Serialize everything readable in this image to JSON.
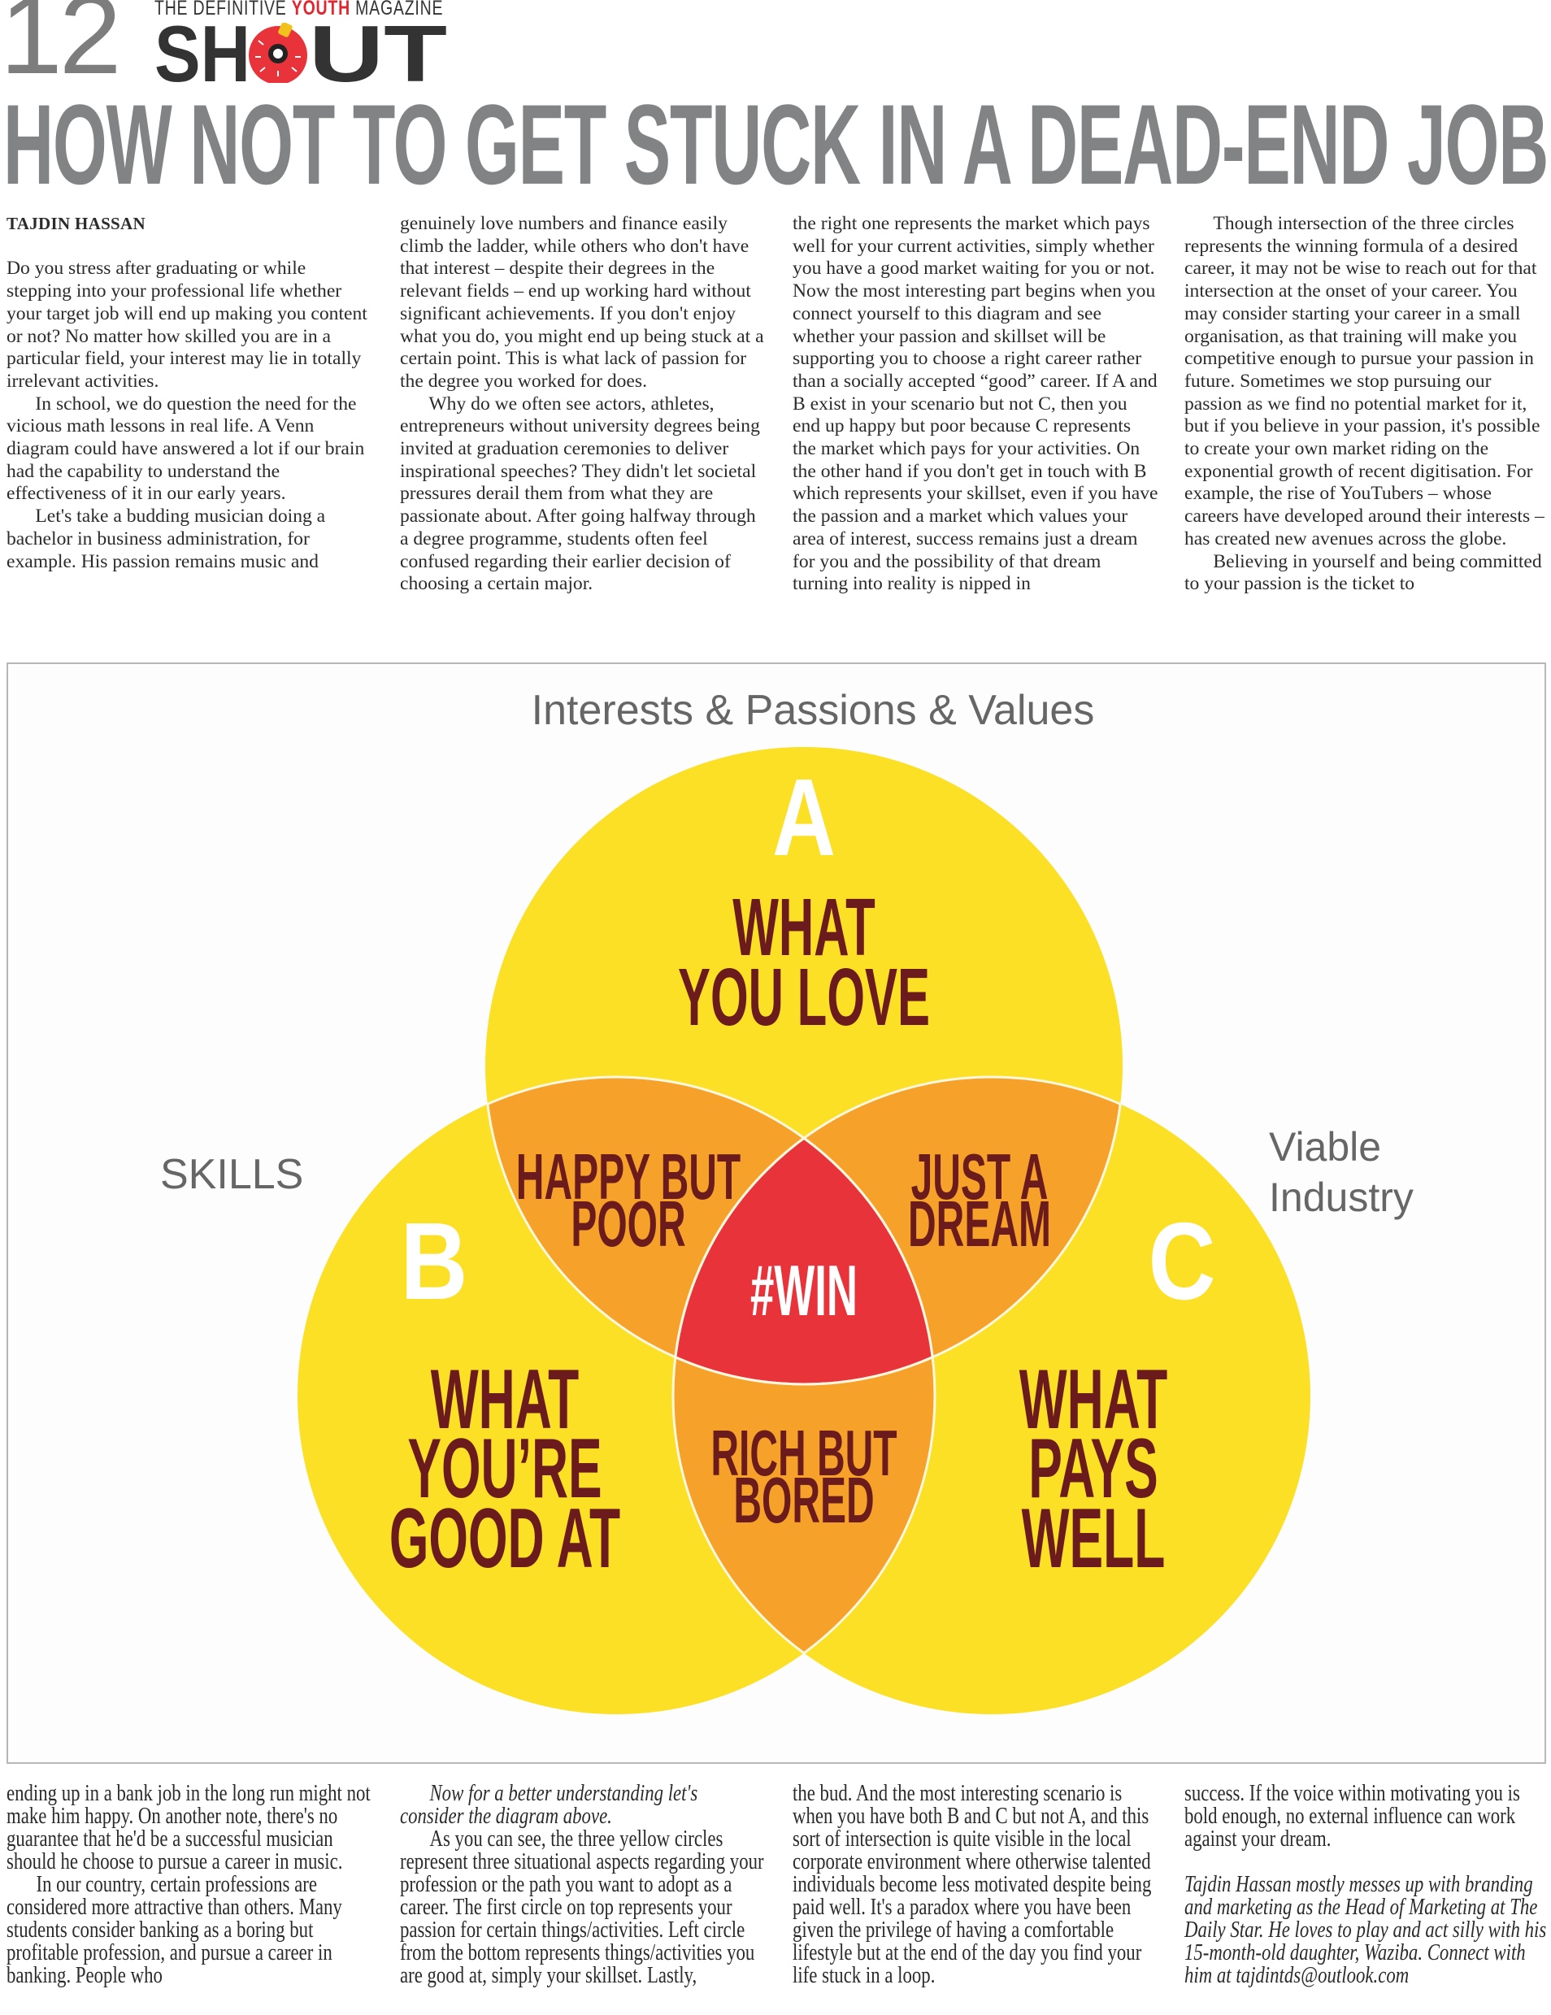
{
  "header": {
    "page_number": "12",
    "tagline_pre": "THE DEFINITIVE ",
    "tagline_accent": "YOUTH",
    "tagline_post": " MAGAZINE",
    "logo_text": "SHOUT",
    "logo_left": "SH",
    "logo_right": "UT",
    "headline": "HOW NOT TO GET STUCK IN A DEAD-END JOB"
  },
  "article": {
    "byline": "TAJDIN HASSAN",
    "top_columns": [
      [
        "Do you stress after graduating or while stepping into your professional life whether your target job will end up making you content or not? No matter how skilled you are in a particular field, your interest may lie in totally irrelevant activities.",
        "In school, we do question the need for the vicious math lessons in real life. A Venn diagram could have answered a lot if our brain had the capability to understand the effectiveness of it in our early years.",
        "Let's take a budding musician doing a bachelor in business administration, for example. His passion remains music and"
      ],
      [
        "genuinely love numbers and finance easily climb the ladder, while others who don't have that interest – despite their degrees in the relevant fields – end up working hard without significant achievements. If you don't enjoy what you do, you might end up being stuck at a certain point. This is what lack of passion for the degree you worked for does.",
        "Why do we often see actors, athletes, entrepreneurs without university degrees being invited at graduation ceremonies to deliver inspirational speeches? They didn't let societal pressures derail them from what they are passionate about. After going halfway through a degree programme, students often feel confused regarding their earlier decision of choosing a certain major."
      ],
      [
        "the right one represents the market which pays well for your current activities, simply whether you have a good market waiting for you or not. Now the most interesting part begins when you connect yourself to this diagram and see whether your passion and skillset will be supporting you to choose a right career rather than a socially accepted “good” career. If A and B exist in your scenario but not C, then you end up happy but poor because C represents the market which pays for your activities. On the other hand if you don't get in touch with B which represents your skillset, even if you have the passion and a market which values your area of interest, success remains just a dream for you and the possibility of that dream turning into reality is nipped in"
      ],
      [
        "Though intersection of the three circles represents the winning formula of a desired career, it may not be wise to reach out for that intersection at the onset of your career. You may consider starting your career in a small organisation, as that training will make you competitive enough to pursue your passion in future. Sometimes we stop pursuing our passion as we find no potential market for it, but if you believe in your passion, it's possible to create your own market riding on the exponential growth of recent digitisation. For example, the rise of YouTubers – whose careers have developed around their interests – has created new avenues across the globe.",
        "Believing in yourself and being committed to your passion is the ticket to"
      ]
    ],
    "bottom_columns": [
      {
        "paragraphs": [
          "ending up in a bank job in the long run might not make him happy. On another note, there's no guarantee that he'd be a successful musician should he choose to pursue a career in music.",
          "In our country, certain professions are considered more attractive than others. Many students consider banking as a boring but profitable profession, and pursue a career in banking. People who"
        ]
      },
      {
        "italic_intro": "Now for a better understanding let's consider the diagram above.",
        "paragraphs": [
          "As you can see, the three yellow circles represent three situational aspects regarding your profession or the path you want to adopt as a career. The first circle on top represents your passion for certain things/activities. Left circle from the bottom represents things/activities you are good at, simply your skillset. Lastly,"
        ]
      },
      {
        "paragraphs": [
          "the bud. And the most interesting scenario is when you have both B and C but not A, and this sort of intersection is quite visible in the local corporate environment where otherwise talented individuals become less motivated despite being paid well. It's a paradox where you have been given the privilege of having a comfortable lifestyle but at the end of the day you find your life stuck in a loop."
        ]
      },
      {
        "paragraphs": [
          "success. If the voice within motivating you is bold enough, no external influence can work against your dream."
        ],
        "author_bio": "Tajdin Hassan mostly messes up with branding and marketing as the Head of Marketing at The Daily Star. He loves to play and act silly with his 15-month-old daughter, Waziba. Connect with him at tajdintds@outlook.com"
      }
    ]
  },
  "diagram": {
    "title_top": "Interests & Passions & Values",
    "label_left": "SKILLS",
    "label_right_1": "Viable",
    "label_right_2": "Industry",
    "circle_a": {
      "letter": "A",
      "line1": "WHAT",
      "line2": "YOU LOVE"
    },
    "circle_b": {
      "letter": "B",
      "line1": "WHAT",
      "line2": "YOU’RE",
      "line3": "GOOD AT"
    },
    "circle_c": {
      "letter": "C",
      "line1": "WHAT",
      "line2": "PAYS",
      "line3": "WELL"
    },
    "ab": {
      "line1": "HAPPY BUT",
      "line2": "POOR"
    },
    "ac": {
      "line1": "JUST A",
      "line2": "DREAM"
    },
    "bc": {
      "line1": "RICH BUT",
      "line2": "BORED"
    },
    "abc": "#WIN",
    "colors": {
      "yellow": "#fbe026",
      "orange": "#f5a12a",
      "red": "#e8333a",
      "text": "#6b1b1c"
    }
  }
}
